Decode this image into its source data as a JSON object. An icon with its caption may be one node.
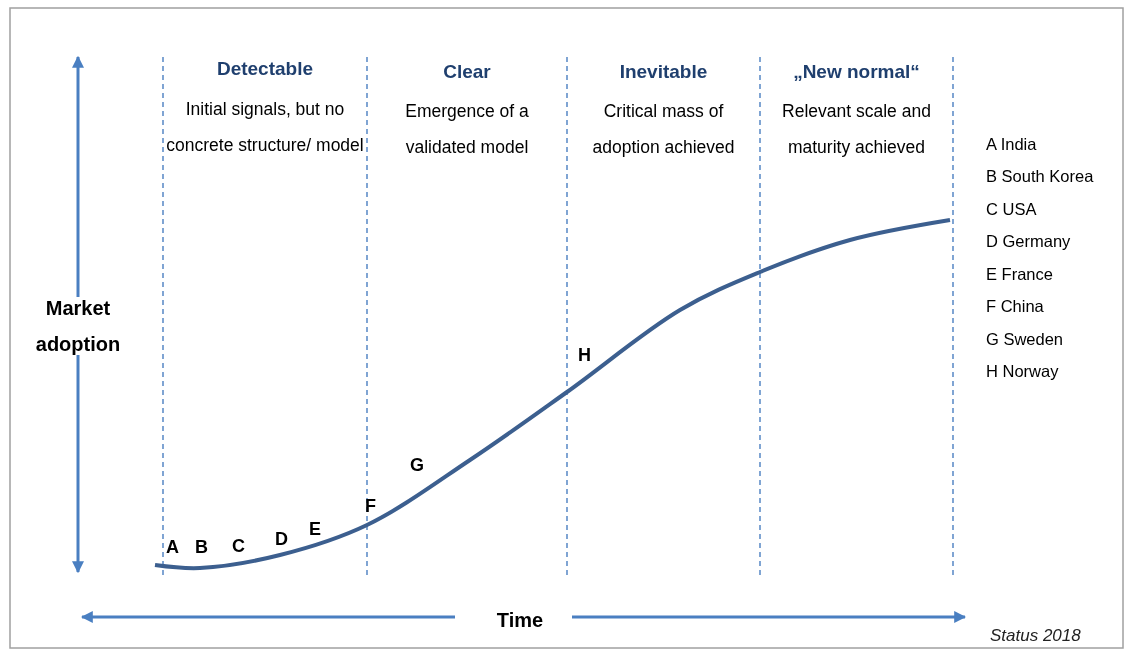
{
  "diagram": {
    "labels": [
      "Detectable",
      "Initial signals, but no concrete structure/ model",
      "Clear",
      "Emergence of a validated model",
      "Inevitable",
      "Critical mass of adoption achieved",
      "„New normal“",
      "Relevant scale and maturity achieved",
      "A India",
      "B South Korea",
      "C USA",
      "D Germany",
      "E France",
      "F China",
      "G Sweden",
      "H Norway",
      "Market adoption",
      "H",
      "G",
      "F",
      "A",
      "B",
      "C",
      "D",
      "E",
      "Time",
      "Status 2018"
    ]
  }
}
